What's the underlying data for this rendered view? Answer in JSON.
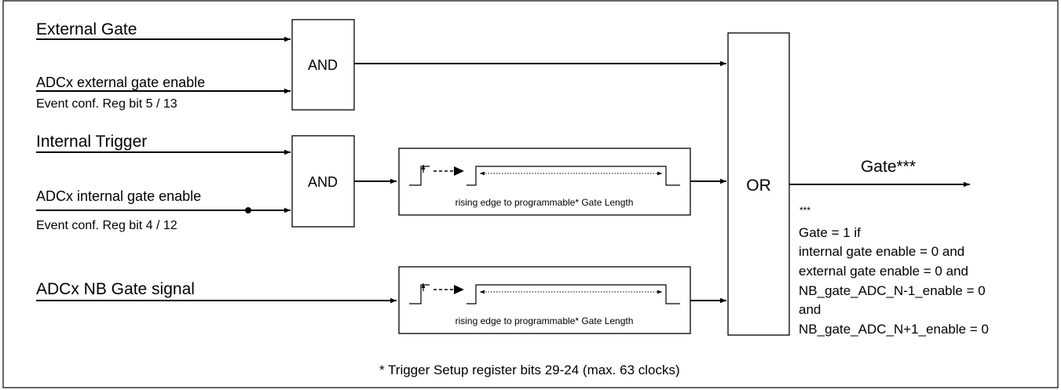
{
  "inputs": {
    "external_gate": "External Gate",
    "ext_gate_enable": "ADCx external gate enable",
    "ext_gate_enable_note": "Event conf. Reg bit 5 / 13",
    "internal_trigger": "Internal Trigger",
    "int_gate_enable": "ADCx internal gate enable",
    "int_gate_enable_note": "Event conf. Reg bit 4 / 12",
    "nb_gate_signal": "ADCx NB Gate signal"
  },
  "blocks": {
    "and1": "AND",
    "and2": "AND",
    "or": "OR",
    "gate_len_1": "rising edge to programmable* Gate Length",
    "gate_len_2": "rising edge to programmable* Gate Length"
  },
  "output": {
    "label": "Gate***"
  },
  "output_note": {
    "marker": "***",
    "lines": [
      "Gate = 1  if",
      "internal gate enable = 0 and",
      "external gate enable = 0 and",
      "NB_gate_ADC_N-1_enable = 0",
      "and",
      "NB_gate_ADC_N+1_enable = 0"
    ]
  },
  "footnote": "* Trigger Setup register bits 29-24 (max. 63 clocks)"
}
